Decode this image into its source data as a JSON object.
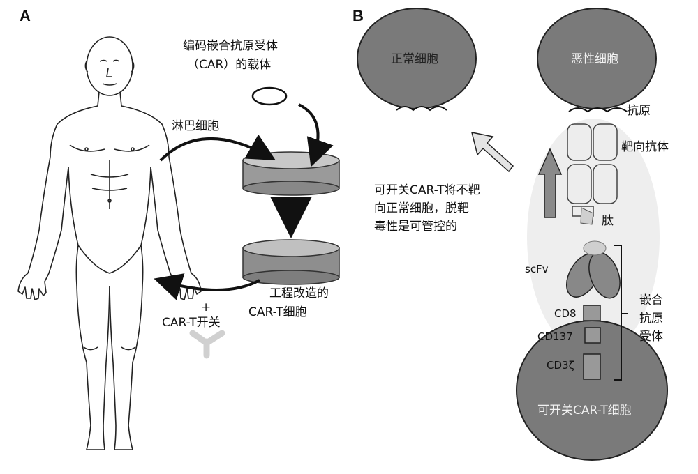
{
  "panel_a": {
    "label": "A",
    "vector_label_line1": "编码嵌合抗原受体",
    "vector_label_line2": "（CAR）的载体",
    "lymphocyte_label": "淋巴细胞",
    "engineered_label_line1": "工程改造的",
    "engineered_label_line2": "CAR-T细胞",
    "plus": "+",
    "switch_label": "CAR-T开关"
  },
  "panel_b": {
    "label": "B",
    "normal_cell": "正常细胞",
    "malignant_cell": "恶性细胞",
    "antigen": "抗原",
    "targeting_antibody": "靶向抗体",
    "peptide": "肽",
    "scfv": "scFv",
    "car_label_1": "嵌合",
    "car_label_2": "抗原",
    "car_label_3": "受体",
    "cd8": "CD8",
    "cd137": "CD137",
    "cd3": "CD3ζ",
    "switchable_cell": "可开关CAR-T细胞",
    "note_line1": "可开关CAR-T将不靶",
    "note_line2": "向正常细胞，脱靶",
    "note_line3": "毒性是可管控的"
  },
  "colors": {
    "cell_fill": "#7a7a7a",
    "dish_fill": "#9a9a9a",
    "arrow_gray": "#8a8a8a",
    "light_gray": "#d8d8d8"
  }
}
